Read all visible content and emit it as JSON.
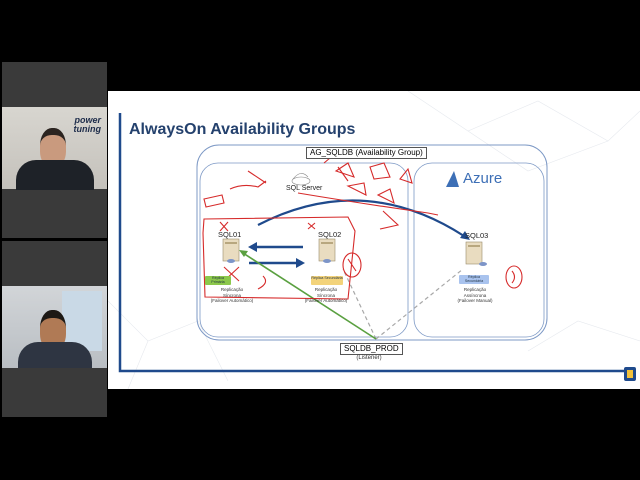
{
  "brand": {
    "line1": "power",
    "line2": "tuning"
  },
  "slide": {
    "title": "AlwaysOn Availability Groups",
    "ag_name": "AG_SQLDB",
    "ag_suffix": " (Availability Group)",
    "sql_server": "SQL Server",
    "azure": "Azure",
    "listener_name": "SQLDB_PROD",
    "listener_caption": "(Listener)",
    "nodes": [
      {
        "name": "SQL01",
        "badge": "Réplica Primária",
        "caption1": "Replicação",
        "caption2": "Síncrona",
        "caption3": "(Failover Automático)"
      },
      {
        "name": "SQL02",
        "badge": "Réplica Secundária",
        "caption1": "Replicação",
        "caption2": "Síncrona",
        "caption3": "(Failover Automático)"
      },
      {
        "name": "SQL03",
        "badge": "Réplica Secundária",
        "caption1": "Replicação",
        "caption2": "Assíncrona",
        "caption3": "(Failover Manual)"
      }
    ]
  },
  "colors": {
    "accent_blue": "#1f4a8c",
    "title_blue": "#24416d",
    "annotation_red": "#d62b2b",
    "arrow_green": "#5aa040",
    "azure_blue": "#3d6fb6"
  }
}
